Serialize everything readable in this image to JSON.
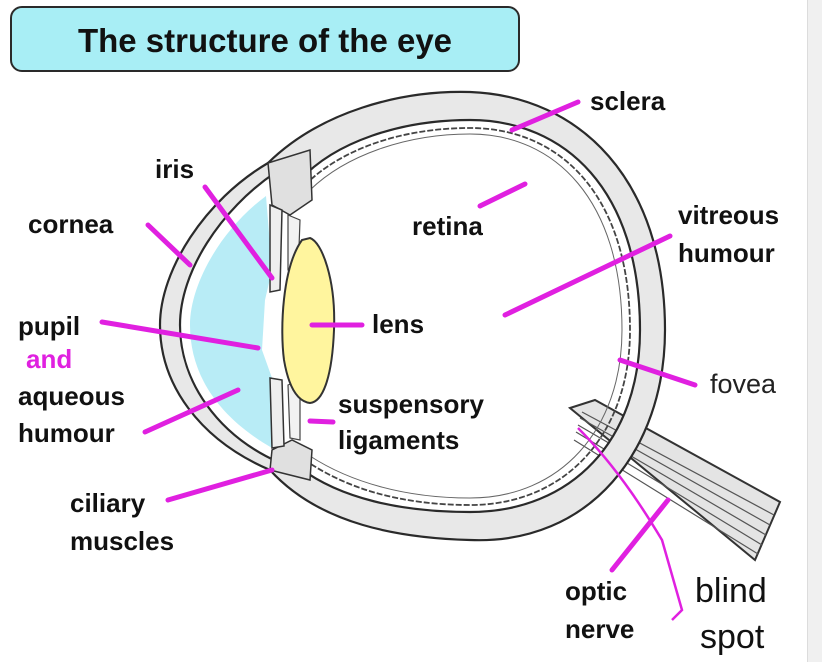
{
  "title": "The structure of the eye",
  "colors": {
    "leader": "#e020e0",
    "aqueous": "#b8ecf6",
    "lens": "#fff59e",
    "title_bg": "#a8eef5",
    "tissue": "#e6e6e6"
  },
  "labels": {
    "sclera": "sclera",
    "iris": "iris",
    "cornea": "cornea",
    "retina": "retina",
    "vitreous_line1": "vitreous",
    "vitreous_line2": "humour",
    "pupil": "pupil",
    "and": "and",
    "aqueous_line1": "aqueous",
    "aqueous_line2": "humour",
    "lens": "lens",
    "fovea": "fovea",
    "suspensory_line1": "suspensory",
    "suspensory_line2": "ligaments",
    "ciliary_line1": "ciliary",
    "ciliary_line2": "muscles",
    "optic_line1": "optic",
    "optic_line2": "nerve",
    "blind_line1": "blind",
    "blind_line2": "spot"
  }
}
